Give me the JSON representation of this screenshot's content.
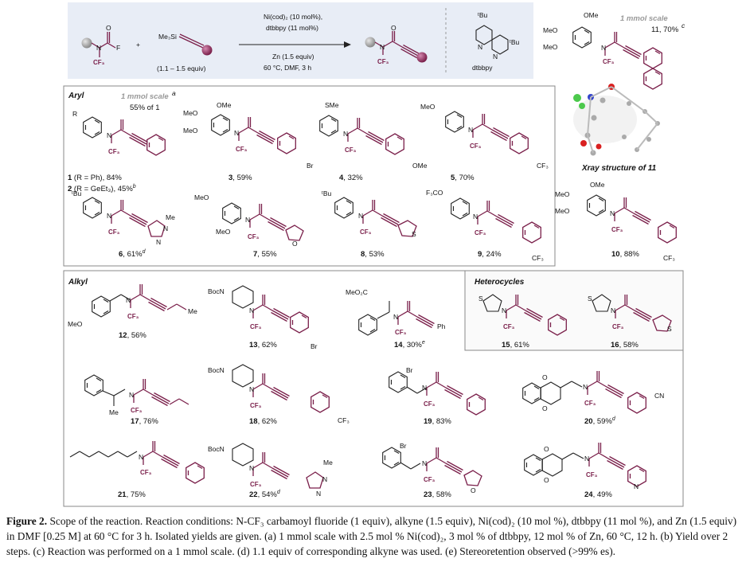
{
  "scheme": {
    "reaction": {
      "reagent_alkyne_label": "Me₃Si",
      "alkyne_equiv": "(1.1 – 1.5 equiv)",
      "plus": "+",
      "reactant_F": "F",
      "cond1": "Ni(cod)₂ (10 mol%),",
      "cond2": "dtbbpy (11 mol%)",
      "cond3": "Zn (1.5 equiv)",
      "cond4": "60 °C, DMF, 3 h",
      "ligand_name": "dtbbpy",
      "ligand_tbu": "ᵗBu"
    },
    "top_right": {
      "note": "1 mmol scale",
      "compound": "11, 70%",
      "compound_sup": "c",
      "sub1": "OMe",
      "sub2": "MeO",
      "sub3": "MeO"
    },
    "xray_label": "Xray structure of 11",
    "sections": {
      "aryl": "Aryl",
      "alkyl": "Alkyl",
      "heterocycles": "Heterocycles"
    },
    "aryl_note": "1 mmol scale",
    "aryl_note_sup": "a",
    "aryl_note_yield": "55% of 1",
    "compounds": [
      {
        "id": "c1",
        "text": "1 (R = Ph), 84%"
      },
      {
        "id": "c2",
        "text": "2 (R = GeEt₃), 45%",
        "sup": "b"
      },
      {
        "id": "c3",
        "text": "3, 59%"
      },
      {
        "id": "c4",
        "text": "4, 32%"
      },
      {
        "id": "c5",
        "text": "5, 70%"
      },
      {
        "id": "c6",
        "text": "6, 61%",
        "sup": "d"
      },
      {
        "id": "c7",
        "text": "7, 55%"
      },
      {
        "id": "c8",
        "text": "8, 53%"
      },
      {
        "id": "c9",
        "text": "9, 24%"
      },
      {
        "id": "c10",
        "text": "10, 88%"
      },
      {
        "id": "c12",
        "text": "12, 56%"
      },
      {
        "id": "c13",
        "text": "13, 62%"
      },
      {
        "id": "c14",
        "text": "14, 30%",
        "sup": "e"
      },
      {
        "id": "c15",
        "text": "15, 61%"
      },
      {
        "id": "c16",
        "text": "16, 58%"
      },
      {
        "id": "c17",
        "text": "17, 76%"
      },
      {
        "id": "c18",
        "text": "18, 62%"
      },
      {
        "id": "c19",
        "text": "19, 83%"
      },
      {
        "id": "c20",
        "text": "20, 59%",
        "sup": "d"
      },
      {
        "id": "c21",
        "text": "21, 75%"
      },
      {
        "id": "c22",
        "text": "22, 54%",
        "sup": "d"
      },
      {
        "id": "c23",
        "text": "23, 58%"
      },
      {
        "id": "c24",
        "text": "24, 49%"
      }
    ],
    "substituents": {
      "R": "R",
      "SMe": "SMe",
      "MeO": "MeO",
      "OMe": "OMe",
      "Br": "Br",
      "CF3": "CF₃",
      "tBu": "ᵗBu",
      "Me": "Me",
      "F3CO": "F₃CO",
      "Boc": "BocN",
      "MeO2C": "MeO₂C",
      "Ph": "Ph",
      "CN": "CN",
      "N": "N",
      "O": "O",
      "S": "S"
    }
  },
  "caption": {
    "label": "Figure 2.",
    "text": "Scope of the reaction. Reaction conditions: N-CF₃ carbamoyl fluoride (1 equiv), alkyne (1.5 equiv), Ni(cod)₂ (10 mol %), dtbbpy (11 mol %), and Zn (1.5 equiv) in DMF [0.25 M] at 60 °C for 3 h. Isolated yields are given. (a) 1 mmol scale with 2.5 mol % Ni(cod)₂, 3 mol % of dtbbpy, 12 mol % of Zn, 60 °C, 12 h. (b) Yield over 2 steps. (c) Reaction was performed on a 1 mmol scale. (d) 1.1 equiv of corresponding alkyne was used. (e) Stereoretention observed (>99% es)."
  },
  "colors": {
    "accent": "#7a1f4a",
    "panel": "#e8edf6",
    "border": "#888888"
  }
}
